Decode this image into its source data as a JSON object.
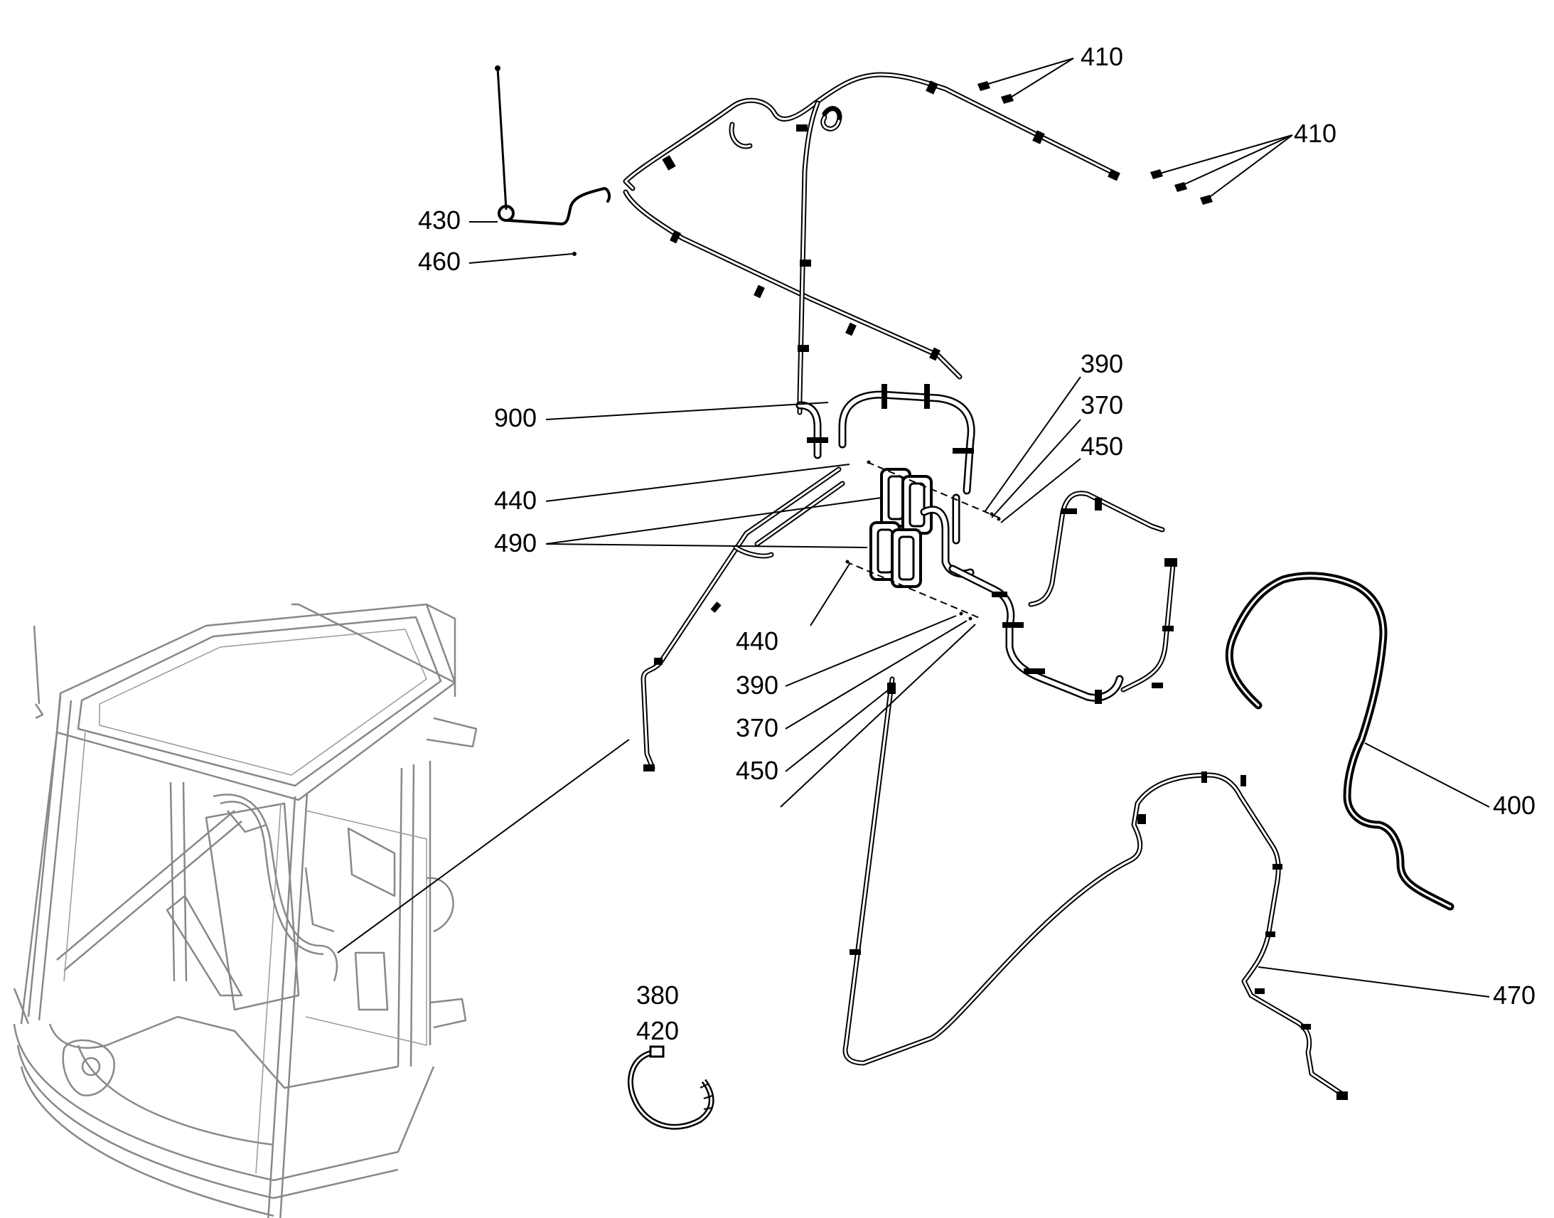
{
  "callouts": {
    "c410a": "410",
    "c410b": "410",
    "c430": "430",
    "c460": "460",
    "c390a": "390",
    "c370a": "370",
    "c450a": "450",
    "c900": "900",
    "c440a": "440",
    "c490": "490",
    "c440b": "440",
    "c390b": "390",
    "c370b": "370",
    "c450b": "450",
    "c400": "400",
    "c470": "470",
    "c380": "380",
    "c420": "420"
  },
  "colors": {
    "line": "#000000",
    "cab_outline": "#888888",
    "background": "#ffffff"
  }
}
